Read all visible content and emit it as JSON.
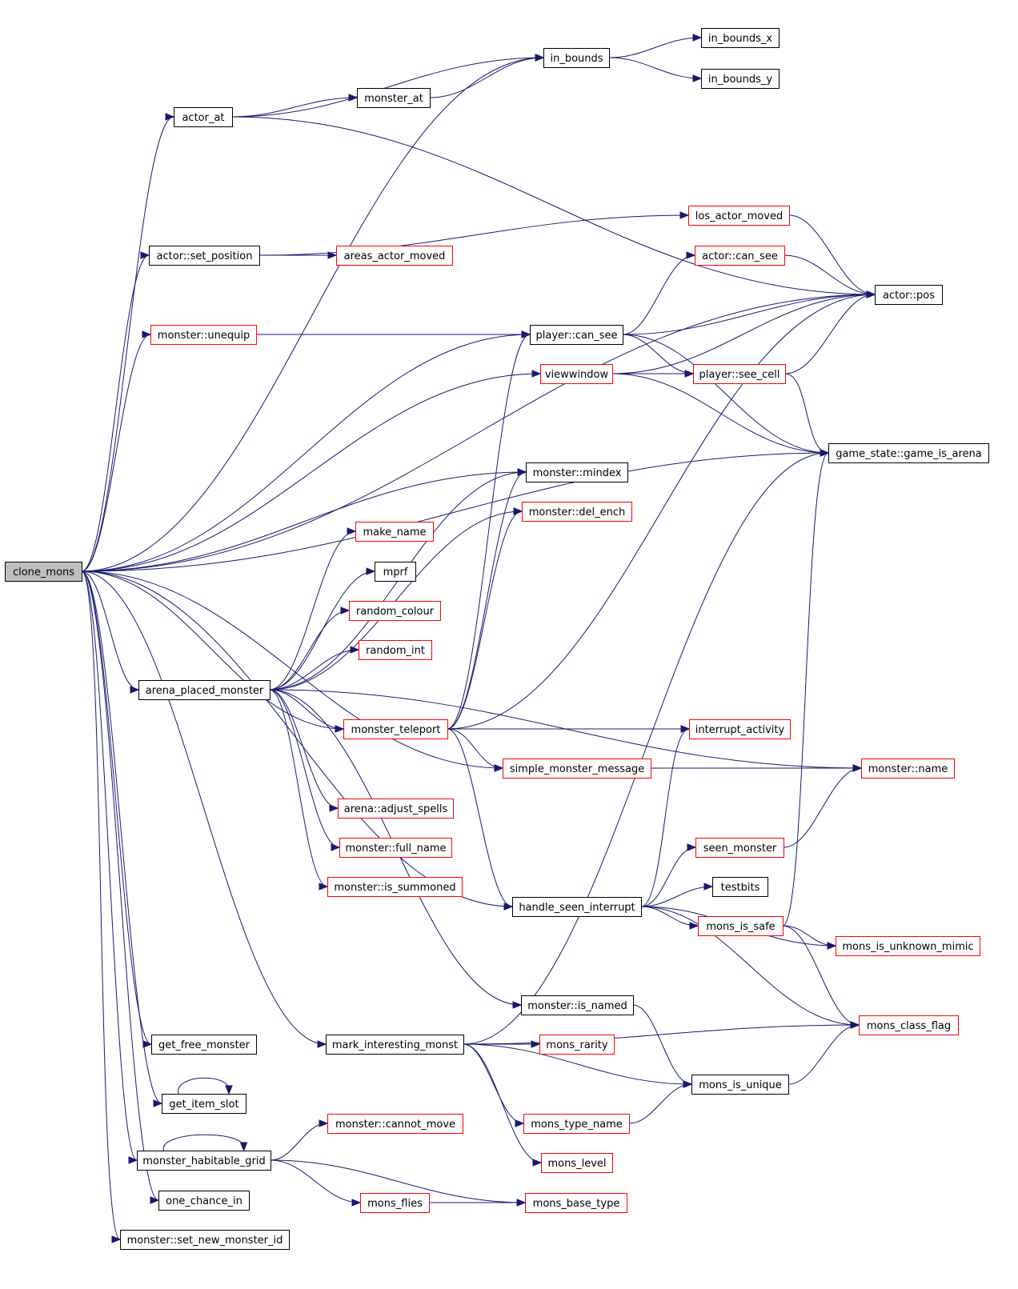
{
  "colors": {
    "edge": "#191970",
    "border_black": "#000000",
    "border_red": "#ff0000",
    "root_fill": "#bfbfbf",
    "node_fill": "#ffffff"
  },
  "nodes": [
    {
      "id": "clone_mons",
      "label": "clone_mons",
      "border": "black",
      "root": true
    },
    {
      "id": "in_bounds",
      "label": "in_bounds",
      "border": "black"
    },
    {
      "id": "in_bounds_x",
      "label": "in_bounds_x",
      "border": "black"
    },
    {
      "id": "in_bounds_y",
      "label": "in_bounds_y",
      "border": "black"
    },
    {
      "id": "monster_at",
      "label": "monster_at",
      "border": "black"
    },
    {
      "id": "actor_at",
      "label": "actor_at",
      "border": "black"
    },
    {
      "id": "los_actor_moved",
      "label": "los_actor_moved",
      "border": "red"
    },
    {
      "id": "actor_set_position",
      "label": "actor::set_position",
      "border": "black"
    },
    {
      "id": "areas_actor_moved",
      "label": "areas_actor_moved",
      "border": "red"
    },
    {
      "id": "actor_can_see",
      "label": "actor::can_see",
      "border": "red"
    },
    {
      "id": "actor_pos",
      "label": "actor::pos",
      "border": "black"
    },
    {
      "id": "monster_unequip",
      "label": "monster::unequip",
      "border": "red"
    },
    {
      "id": "player_can_see",
      "label": "player::can_see",
      "border": "black"
    },
    {
      "id": "viewwindow",
      "label": "viewwindow",
      "border": "red"
    },
    {
      "id": "player_see_cell",
      "label": "player::see_cell",
      "border": "red"
    },
    {
      "id": "game_is_arena",
      "label": "game_state::game_is_arena",
      "border": "black"
    },
    {
      "id": "monster_mindex",
      "label": "monster::mindex",
      "border": "black"
    },
    {
      "id": "monster_del_ench",
      "label": "monster::del_ench",
      "border": "red"
    },
    {
      "id": "make_name",
      "label": "make_name",
      "border": "red"
    },
    {
      "id": "mprf",
      "label": "mprf",
      "border": "black"
    },
    {
      "id": "random_colour",
      "label": "random_colour",
      "border": "red"
    },
    {
      "id": "random_int",
      "label": "random_int",
      "border": "red"
    },
    {
      "id": "arena_placed_monster",
      "label": "arena_placed_monster",
      "border": "black"
    },
    {
      "id": "monster_teleport",
      "label": "monster_teleport",
      "border": "red"
    },
    {
      "id": "interrupt_activity",
      "label": "interrupt_activity",
      "border": "red"
    },
    {
      "id": "simple_monster_message",
      "label": "simple_monster_message",
      "border": "red"
    },
    {
      "id": "monster_name",
      "label": "monster::name",
      "border": "red"
    },
    {
      "id": "arena_adjust_spells",
      "label": "arena::adjust_spells",
      "border": "red"
    },
    {
      "id": "monster_full_name",
      "label": "monster::full_name",
      "border": "red"
    },
    {
      "id": "seen_monster",
      "label": "seen_monster",
      "border": "red"
    },
    {
      "id": "monster_is_summoned",
      "label": "monster::is_summoned",
      "border": "red"
    },
    {
      "id": "testbits",
      "label": "testbits",
      "border": "black"
    },
    {
      "id": "handle_seen_interrupt",
      "label": "handle_seen_interrupt",
      "border": "black"
    },
    {
      "id": "mons_is_safe",
      "label": "mons_is_safe",
      "border": "red"
    },
    {
      "id": "mons_is_unknown_mimic",
      "label": "mons_is_unknown_mimic",
      "border": "red"
    },
    {
      "id": "monster_is_named",
      "label": "monster::is_named",
      "border": "black"
    },
    {
      "id": "mons_class_flag",
      "label": "mons_class_flag",
      "border": "red"
    },
    {
      "id": "get_free_monster",
      "label": "get_free_monster",
      "border": "black"
    },
    {
      "id": "mark_interesting_monst",
      "label": "mark_interesting_monst",
      "border": "black"
    },
    {
      "id": "mons_rarity",
      "label": "mons_rarity",
      "border": "red"
    },
    {
      "id": "mons_is_unique",
      "label": "mons_is_unique",
      "border": "black"
    },
    {
      "id": "get_item_slot",
      "label": "get_item_slot",
      "border": "black"
    },
    {
      "id": "monster_cannot_move",
      "label": "monster::cannot_move",
      "border": "red"
    },
    {
      "id": "mons_type_name",
      "label": "mons_type_name",
      "border": "red"
    },
    {
      "id": "monster_habitable_grid",
      "label": "monster_habitable_grid",
      "border": "black"
    },
    {
      "id": "mons_level",
      "label": "mons_level",
      "border": "red"
    },
    {
      "id": "one_chance_in",
      "label": "one_chance_in",
      "border": "black"
    },
    {
      "id": "mons_flies",
      "label": "mons_flies",
      "border": "red"
    },
    {
      "id": "mons_base_type",
      "label": "mons_base_type",
      "border": "red"
    },
    {
      "id": "monster_set_new_monster_id",
      "label": "monster::set_new_monster_id",
      "border": "black"
    }
  ],
  "edges": [
    [
      "clone_mons",
      "in_bounds"
    ],
    [
      "clone_mons",
      "actor_at"
    ],
    [
      "clone_mons",
      "actor_pos"
    ],
    [
      "clone_mons",
      "actor_set_position"
    ],
    [
      "clone_mons",
      "player_can_see"
    ],
    [
      "clone_mons",
      "monster_unequip"
    ],
    [
      "clone_mons",
      "viewwindow"
    ],
    [
      "clone_mons",
      "game_is_arena"
    ],
    [
      "clone_mons",
      "monster_mindex"
    ],
    [
      "clone_mons",
      "arena_placed_monster"
    ],
    [
      "clone_mons",
      "monster_teleport"
    ],
    [
      "clone_mons",
      "simple_monster_message"
    ],
    [
      "clone_mons",
      "handle_seen_interrupt"
    ],
    [
      "clone_mons",
      "mark_interesting_monst"
    ],
    [
      "clone_mons",
      "get_free_monster"
    ],
    [
      "clone_mons",
      "get_item_slot"
    ],
    [
      "clone_mons",
      "monster_habitable_grid"
    ],
    [
      "clone_mons",
      "one_chance_in"
    ],
    [
      "clone_mons",
      "monster_set_new_monster_id"
    ],
    [
      "in_bounds",
      "in_bounds_x"
    ],
    [
      "in_bounds",
      "in_bounds_y"
    ],
    [
      "actor_at",
      "in_bounds"
    ],
    [
      "actor_at",
      "monster_at"
    ],
    [
      "actor_at",
      "actor_pos"
    ],
    [
      "monster_at",
      "in_bounds"
    ],
    [
      "actor_set_position",
      "los_actor_moved"
    ],
    [
      "actor_set_position",
      "areas_actor_moved"
    ],
    [
      "los_actor_moved",
      "actor_pos"
    ],
    [
      "actor_can_see",
      "actor_pos"
    ],
    [
      "monster_unequip",
      "player_can_see"
    ],
    [
      "player_can_see",
      "actor_can_see"
    ],
    [
      "player_can_see",
      "actor_pos"
    ],
    [
      "player_can_see",
      "player_see_cell"
    ],
    [
      "player_can_see",
      "game_is_arena"
    ],
    [
      "viewwindow",
      "player_see_cell"
    ],
    [
      "viewwindow",
      "actor_pos"
    ],
    [
      "viewwindow",
      "game_is_arena"
    ],
    [
      "player_see_cell",
      "actor_pos"
    ],
    [
      "player_see_cell",
      "game_is_arena"
    ],
    [
      "arena_placed_monster",
      "monster_mindex"
    ],
    [
      "arena_placed_monster",
      "make_name"
    ],
    [
      "arena_placed_monster",
      "mprf"
    ],
    [
      "arena_placed_monster",
      "random_colour"
    ],
    [
      "arena_placed_monster",
      "random_int"
    ],
    [
      "arena_placed_monster",
      "monster_teleport"
    ],
    [
      "arena_placed_monster",
      "monster_del_ench"
    ],
    [
      "arena_placed_monster",
      "monster_name"
    ],
    [
      "arena_placed_monster",
      "arena_adjust_spells"
    ],
    [
      "arena_placed_monster",
      "monster_full_name"
    ],
    [
      "arena_placed_monster",
      "monster_is_summoned"
    ],
    [
      "arena_placed_monster",
      "monster_is_named"
    ],
    [
      "monster_teleport",
      "player_can_see"
    ],
    [
      "monster_teleport",
      "monster_mindex"
    ],
    [
      "monster_teleport",
      "monster_del_ench"
    ],
    [
      "monster_teleport",
      "actor_pos"
    ],
    [
      "monster_teleport",
      "interrupt_activity"
    ],
    [
      "monster_teleport",
      "simple_monster_message"
    ],
    [
      "monster_teleport",
      "handle_seen_interrupt"
    ],
    [
      "simple_monster_message",
      "monster_name"
    ],
    [
      "handle_seen_interrupt",
      "interrupt_activity"
    ],
    [
      "handle_seen_interrupt",
      "seen_monster"
    ],
    [
      "handle_seen_interrupt",
      "testbits"
    ],
    [
      "handle_seen_interrupt",
      "mons_is_safe"
    ],
    [
      "handle_seen_interrupt",
      "mons_is_unknown_mimic"
    ],
    [
      "handle_seen_interrupt",
      "mons_class_flag"
    ],
    [
      "seen_monster",
      "monster_name"
    ],
    [
      "mons_is_safe",
      "game_is_arena"
    ],
    [
      "mons_is_safe",
      "mons_is_unknown_mimic"
    ],
    [
      "mons_is_safe",
      "mons_class_flag"
    ],
    [
      "monster_is_named",
      "mons_is_unique"
    ],
    [
      "mark_interesting_monst",
      "game_is_arena"
    ],
    [
      "mark_interesting_monst",
      "mons_class_flag"
    ],
    [
      "mark_interesting_monst",
      "mons_rarity"
    ],
    [
      "mark_interesting_monst",
      "mons_is_unique"
    ],
    [
      "mark_interesting_monst",
      "mons_type_name"
    ],
    [
      "mark_interesting_monst",
      "mons_level"
    ],
    [
      "mons_is_unique",
      "mons_class_flag"
    ],
    [
      "mons_type_name",
      "mons_is_unique"
    ],
    [
      "get_item_slot",
      "get_item_slot"
    ],
    [
      "monster_habitable_grid",
      "monster_habitable_grid"
    ],
    [
      "monster_habitable_grid",
      "monster_cannot_move"
    ],
    [
      "monster_habitable_grid",
      "mons_flies"
    ],
    [
      "monster_habitable_grid",
      "mons_base_type"
    ],
    [
      "mons_flies",
      "mons_base_type"
    ]
  ]
}
